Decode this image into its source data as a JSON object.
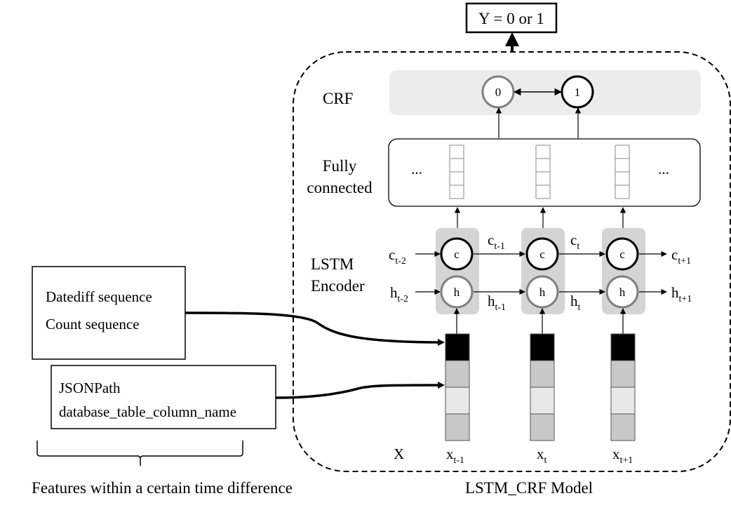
{
  "output": {
    "label": "Y = 0 or 1"
  },
  "crf": {
    "label": "CRF",
    "node0": "0",
    "node1": "1"
  },
  "fc": {
    "label_line1": "Fully",
    "label_line2": "connected",
    "ellipsis_left": "...",
    "ellipsis_right": "..."
  },
  "lstm": {
    "label_line1": "LSTM",
    "label_line2": "Encoder",
    "cell_node": "c",
    "hidden_node": "h"
  },
  "states": {
    "c_prev2": {
      "base": "c",
      "sub": "t-2"
    },
    "c_prev1": {
      "base": "c",
      "sub": "t-1"
    },
    "c_cur": {
      "base": "c",
      "sub": "t"
    },
    "c_next": {
      "base": "c",
      "sub": "t+1"
    },
    "h_prev2": {
      "base": "h",
      "sub": "t-2"
    },
    "h_prev1": {
      "base": "h",
      "sub": "t-1"
    },
    "h_cur": {
      "base": "h",
      "sub": "t"
    },
    "h_next": {
      "base": "h",
      "sub": "t+1"
    }
  },
  "inputs": {
    "x_label": "X",
    "x_prev": {
      "base": "x",
      "sub": "t-1"
    },
    "x_cur": {
      "base": "x",
      "sub": "t"
    },
    "x_next": {
      "base": "x",
      "sub": "t+1"
    }
  },
  "features": {
    "box1": {
      "line1": "Datediff sequence",
      "line2": "Count sequence"
    },
    "box2": {
      "line1": "JSONPath",
      "line2": "database_table_column_name"
    },
    "caption": "Features within a certain time difference"
  },
  "model": {
    "caption": "LSTM_CRF Model"
  },
  "colors": {
    "panel": "#ececec",
    "lstm_block": "#d4d4d4",
    "node_gray": "#808080",
    "input_dark": "#000000",
    "input_mid": "#c8c8c8",
    "input_light": "#e8e8e8"
  }
}
